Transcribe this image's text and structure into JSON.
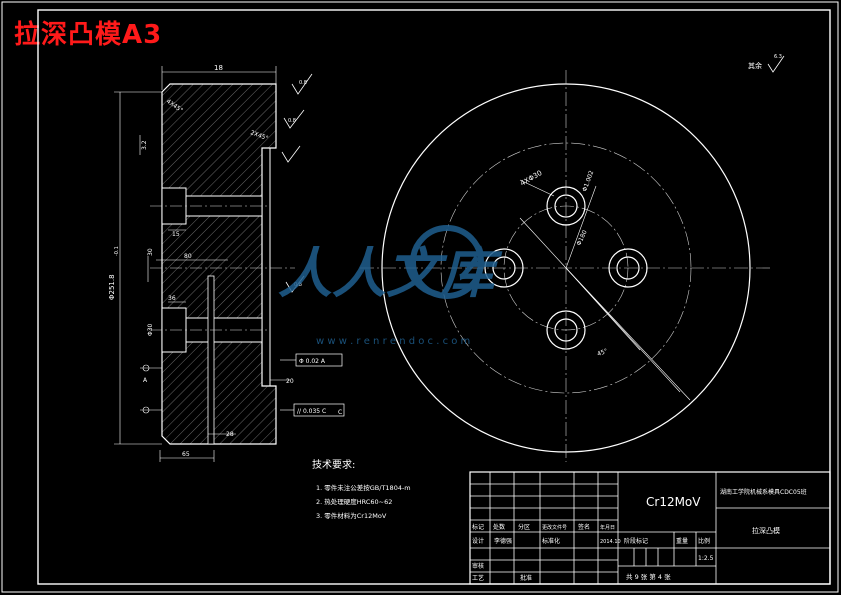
{
  "title": "拉深凸模A3",
  "watermark": {
    "brand": "人人文库",
    "url": "w w w . r e n r e n d o c . c o m"
  },
  "side_view": {
    "dim_top": "18",
    "chamfer_top": "4X45°",
    "chamfer_right": "2X45°",
    "dim_left_small": "3.2",
    "dim_diameter": "Φ251.8",
    "dim_diameter_tol": "-0.1",
    "dim_30": "30",
    "dim_80": "80",
    "dim_15": "15",
    "dim_36": "36",
    "dim_65": "65",
    "dim_28": "28",
    "dim_20": "20",
    "roughness_1": "0.8",
    "roughness_2": "0.8",
    "roughness_3": "0.8",
    "datum_a": "A",
    "datum_c": "C",
    "tol_frame_1": "Φ 0.02 A",
    "tol_frame_2": "// 0.035 C",
    "hole_label": "Φ30"
  },
  "front_view": {
    "rest_roughness": "其余",
    "rest_roughness_val": "6.3",
    "holes_label": "4XΦ30",
    "dim_r1": "Φ1.002",
    "dim_r2": "Φ180",
    "dim_angle": "45°"
  },
  "tech_req": {
    "heading": "技术要求:",
    "items": [
      "1. 零件未注公差按GB/T1804-m",
      "2. 热处理硬度HRC60~62",
      "3. 零件材料为Cr12MoV"
    ]
  },
  "title_block": {
    "material": "Cr12MoV",
    "school": "湖南工学院机械系模具CDC05班",
    "part_name": "拉深凸模",
    "row_labels": [
      "标记",
      "处数",
      "分区",
      "更改文件号",
      "签名",
      "年月日"
    ],
    "design": "设计",
    "designer": "李德强",
    "standard": "标准化",
    "date": "2014.10",
    "stage_mark": "阶段标记",
    "weight": "重量",
    "scale_label": "比例",
    "scale": "1:2.5",
    "review": "审核",
    "process": "工艺",
    "approve": "批准",
    "sheets": "共 9 张 第 4 张"
  }
}
